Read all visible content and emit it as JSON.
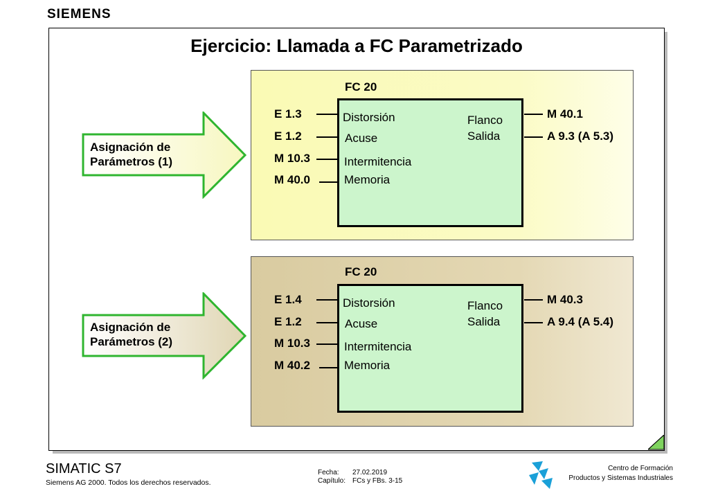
{
  "header": {
    "brand": "SIEMENS"
  },
  "slide": {
    "title": "Ejercicio: Llamada a FC Parametrizado",
    "blocks": [
      {
        "fc_label": "FC 20",
        "arrow_label": [
          "Asignación de",
          "Parámetros (1)"
        ],
        "inputs": [
          {
            "operand": "E 1.3",
            "pin": "Distorsión"
          },
          {
            "operand": "E 1.2",
            "pin": "Acuse"
          },
          {
            "operand": "M 10.3",
            "pin": "Intermitencia"
          },
          {
            "operand": "M 40.0",
            "pin": "Memoria"
          }
        ],
        "outputs": [
          {
            "pin": "Flanco",
            "operand": "M 40.1"
          },
          {
            "pin": "Salida",
            "operand": "A 9.3 (A 5.3)"
          }
        ]
      },
      {
        "fc_label": "FC 20",
        "arrow_label": [
          "Asignación de",
          "Parámetros (2)"
        ],
        "inputs": [
          {
            "operand": "E 1.4",
            "pin": "Distorsión"
          },
          {
            "operand": "E 1.2",
            "pin": "Acuse"
          },
          {
            "operand": "M 10.3",
            "pin": "Intermitencia"
          },
          {
            "operand": "M 40.2",
            "pin": "Memoria"
          }
        ],
        "outputs": [
          {
            "pin": "Flanco",
            "operand": "M 40.3"
          },
          {
            "pin": "Salida",
            "operand": "A 9.4 (A 5.4)"
          }
        ]
      }
    ]
  },
  "footer": {
    "product": "SIMATIC S7",
    "copyright": "Siemens AG 2000. Todos los derechos reservados.",
    "fecha_label": "Fecha:",
    "fecha_value": "27.02.2019",
    "capitulo_label": "Capítulo:",
    "capitulo_value": "FCs y FBs. 3-15",
    "center_line1": "Centro de Formación",
    "center_line2": "Productos y Sistemas Industriales"
  },
  "colors": {
    "panel1": "#fafab4",
    "panel2": "#d9cba0",
    "function_block": "#ccf5cc",
    "arrow_border": "#2fb52f",
    "logo": "#1aa0d8"
  }
}
